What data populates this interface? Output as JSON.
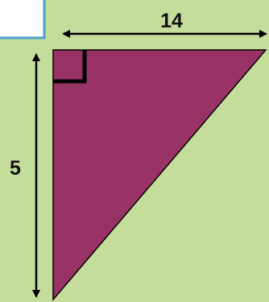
{
  "diagram": {
    "shape": "right-triangle",
    "right_angle_corner": "top-left",
    "top_dimension": "14",
    "left_dimension": "5"
  },
  "colors": {
    "background": "#c5dd9b",
    "triangle_fill": "#993366",
    "outline": "#000000",
    "card_border": "#4aa3c8",
    "card_fill": "#ffffff"
  }
}
